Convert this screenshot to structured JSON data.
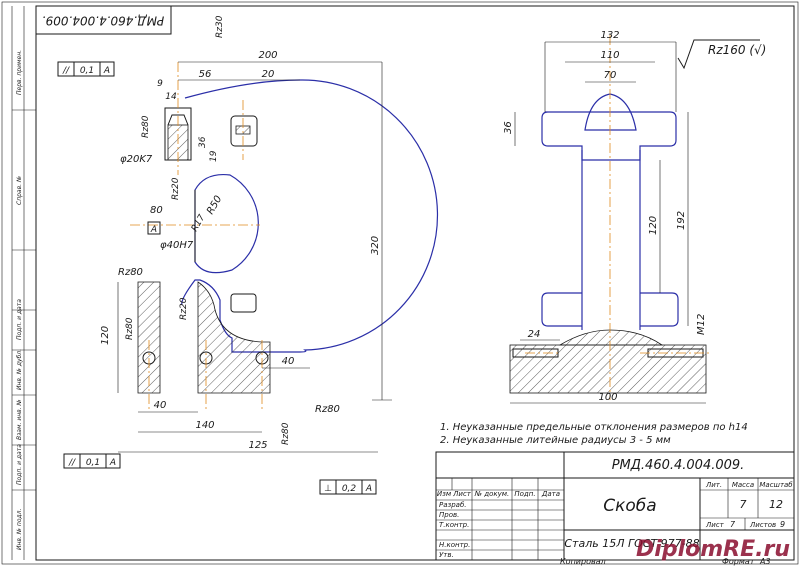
{
  "drawing_code": "РМД.460.4.004.009.",
  "drawing_code_rotated": "РМД.460.4.004.009.",
  "title_name": "Скоба",
  "watermark": "DiplomRE.ru",
  "notes": [
    "1. Неуказанные предельные отклонения размеров по h14",
    "2. Неуказанные литейные радиусы 3 - 5 мм"
  ],
  "surface_general": "Rz160 (√)",
  "left_strip_labels": [
    "Перв. примен.",
    "Справ. №",
    "Подп. и дата",
    "Инв. № дубл.",
    "Взам. инв. №",
    "Подп. и дата",
    "Инв. № подл."
  ],
  "title_block": {
    "row_labels": [
      "Изм",
      "Лист",
      "№ докум.",
      "Подп.",
      "Дата"
    ],
    "role_labels": [
      "Разраб.",
      "Пров.",
      "Т.контр.",
      "Н.контр.",
      "Утв."
    ],
    "lit_header": "Лит.",
    "mass_header": "Масса",
    "scale_header": "Масштаб",
    "mass_value": "7",
    "scale_value": "12",
    "sheet_label": "Лист",
    "sheet_value": "7",
    "sheets_label": "Листов",
    "sheets_value": "9",
    "material": "Сталь 15Л ГОСТ 977-88",
    "copied_label": "Копировал",
    "format_label": "Формат",
    "format_value": "А3"
  },
  "left_view_dims": {
    "d200": "200",
    "d56": "56",
    "d20": "20",
    "d9": "9",
    "d14": "14",
    "d36": "36",
    "d19": "19",
    "d80": "80",
    "d120": "120",
    "d40a": "40",
    "d40b": "40",
    "d140": "140",
    "d125": "125",
    "d320": "320",
    "phi20": "φ20K7",
    "phi40": "φ40H7",
    "r50": "R50",
    "r17": "R17",
    "rz80": "Rz80",
    "rz20": "Rz20",
    "rz30": "Rz30",
    "tol_top": [
      "//",
      "0,1",
      "А"
    ],
    "tol_bottom": [
      "//",
      "0,1",
      "А"
    ],
    "tol_perp": [
      "⊥",
      "0,2",
      "А"
    ],
    "base_a": "А"
  },
  "right_view_dims": {
    "d132": "132",
    "d110": "110",
    "d70": "70",
    "d36": "36",
    "d120": "120",
    "d192": "192",
    "d24": "24",
    "d100": "100",
    "m12": "М12"
  }
}
